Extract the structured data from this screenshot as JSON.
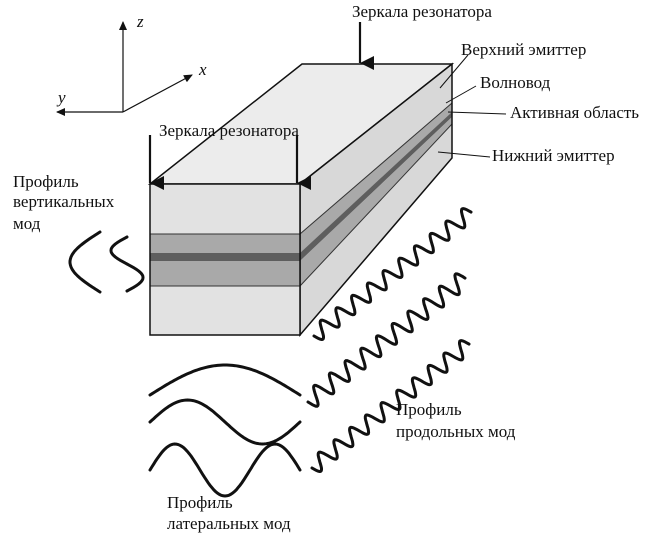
{
  "axes": {
    "x": "x",
    "y": "y",
    "z": "z"
  },
  "labels": {
    "mirrors_top": "Зеркала резонатора",
    "mirrors_front": "Зеркала резонатора",
    "upper_emitter": "Верхний эмиттер",
    "waveguide": "Волновод",
    "active_region": "Активная область",
    "lower_emitter": "Нижний эмиттер",
    "vertical_profile": [
      "Профиль",
      "вертикальных",
      "мод"
    ],
    "longitudinal_profile": [
      "Профиль",
      "продольных мод"
    ],
    "lateral_profile": [
      "Профиль",
      "латеральных мод"
    ]
  },
  "colors": {
    "emitter": "#e2e2e2",
    "waveguide": "#a9a9a9",
    "active": "#6f6f6f",
    "top_face": "#ececec",
    "side_face": "#d6d6d6",
    "ink": "#111111"
  }
}
